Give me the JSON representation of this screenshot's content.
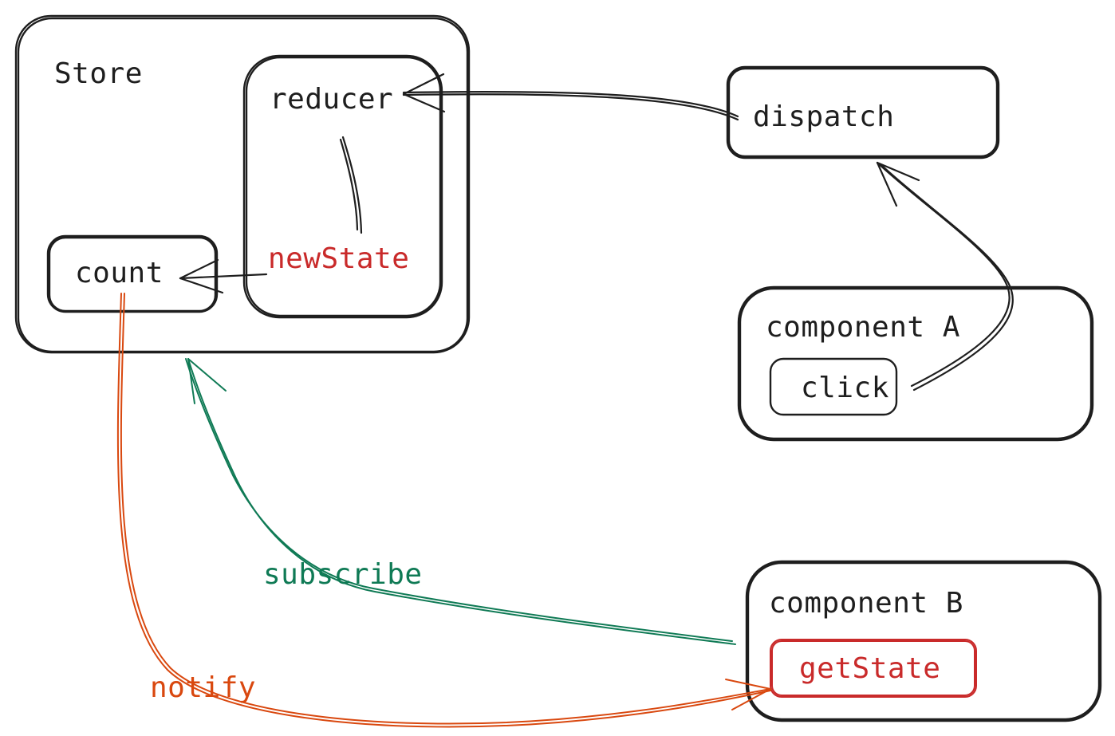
{
  "store": {
    "label": "Store"
  },
  "reducer": {
    "label": "reducer",
    "output": "newState"
  },
  "count": {
    "label": "count"
  },
  "dispatch": {
    "label": "dispatch"
  },
  "component_a": {
    "label": "component A",
    "button": "click"
  },
  "component_b": {
    "label": "component B",
    "method": "getState"
  },
  "edges": {
    "subscribe": "subscribe",
    "notify": "notify"
  },
  "colors": {
    "ink": "#1e1e1e",
    "red": "#c92a2a",
    "green": "#0f7a55",
    "orange": "#d9480f"
  }
}
